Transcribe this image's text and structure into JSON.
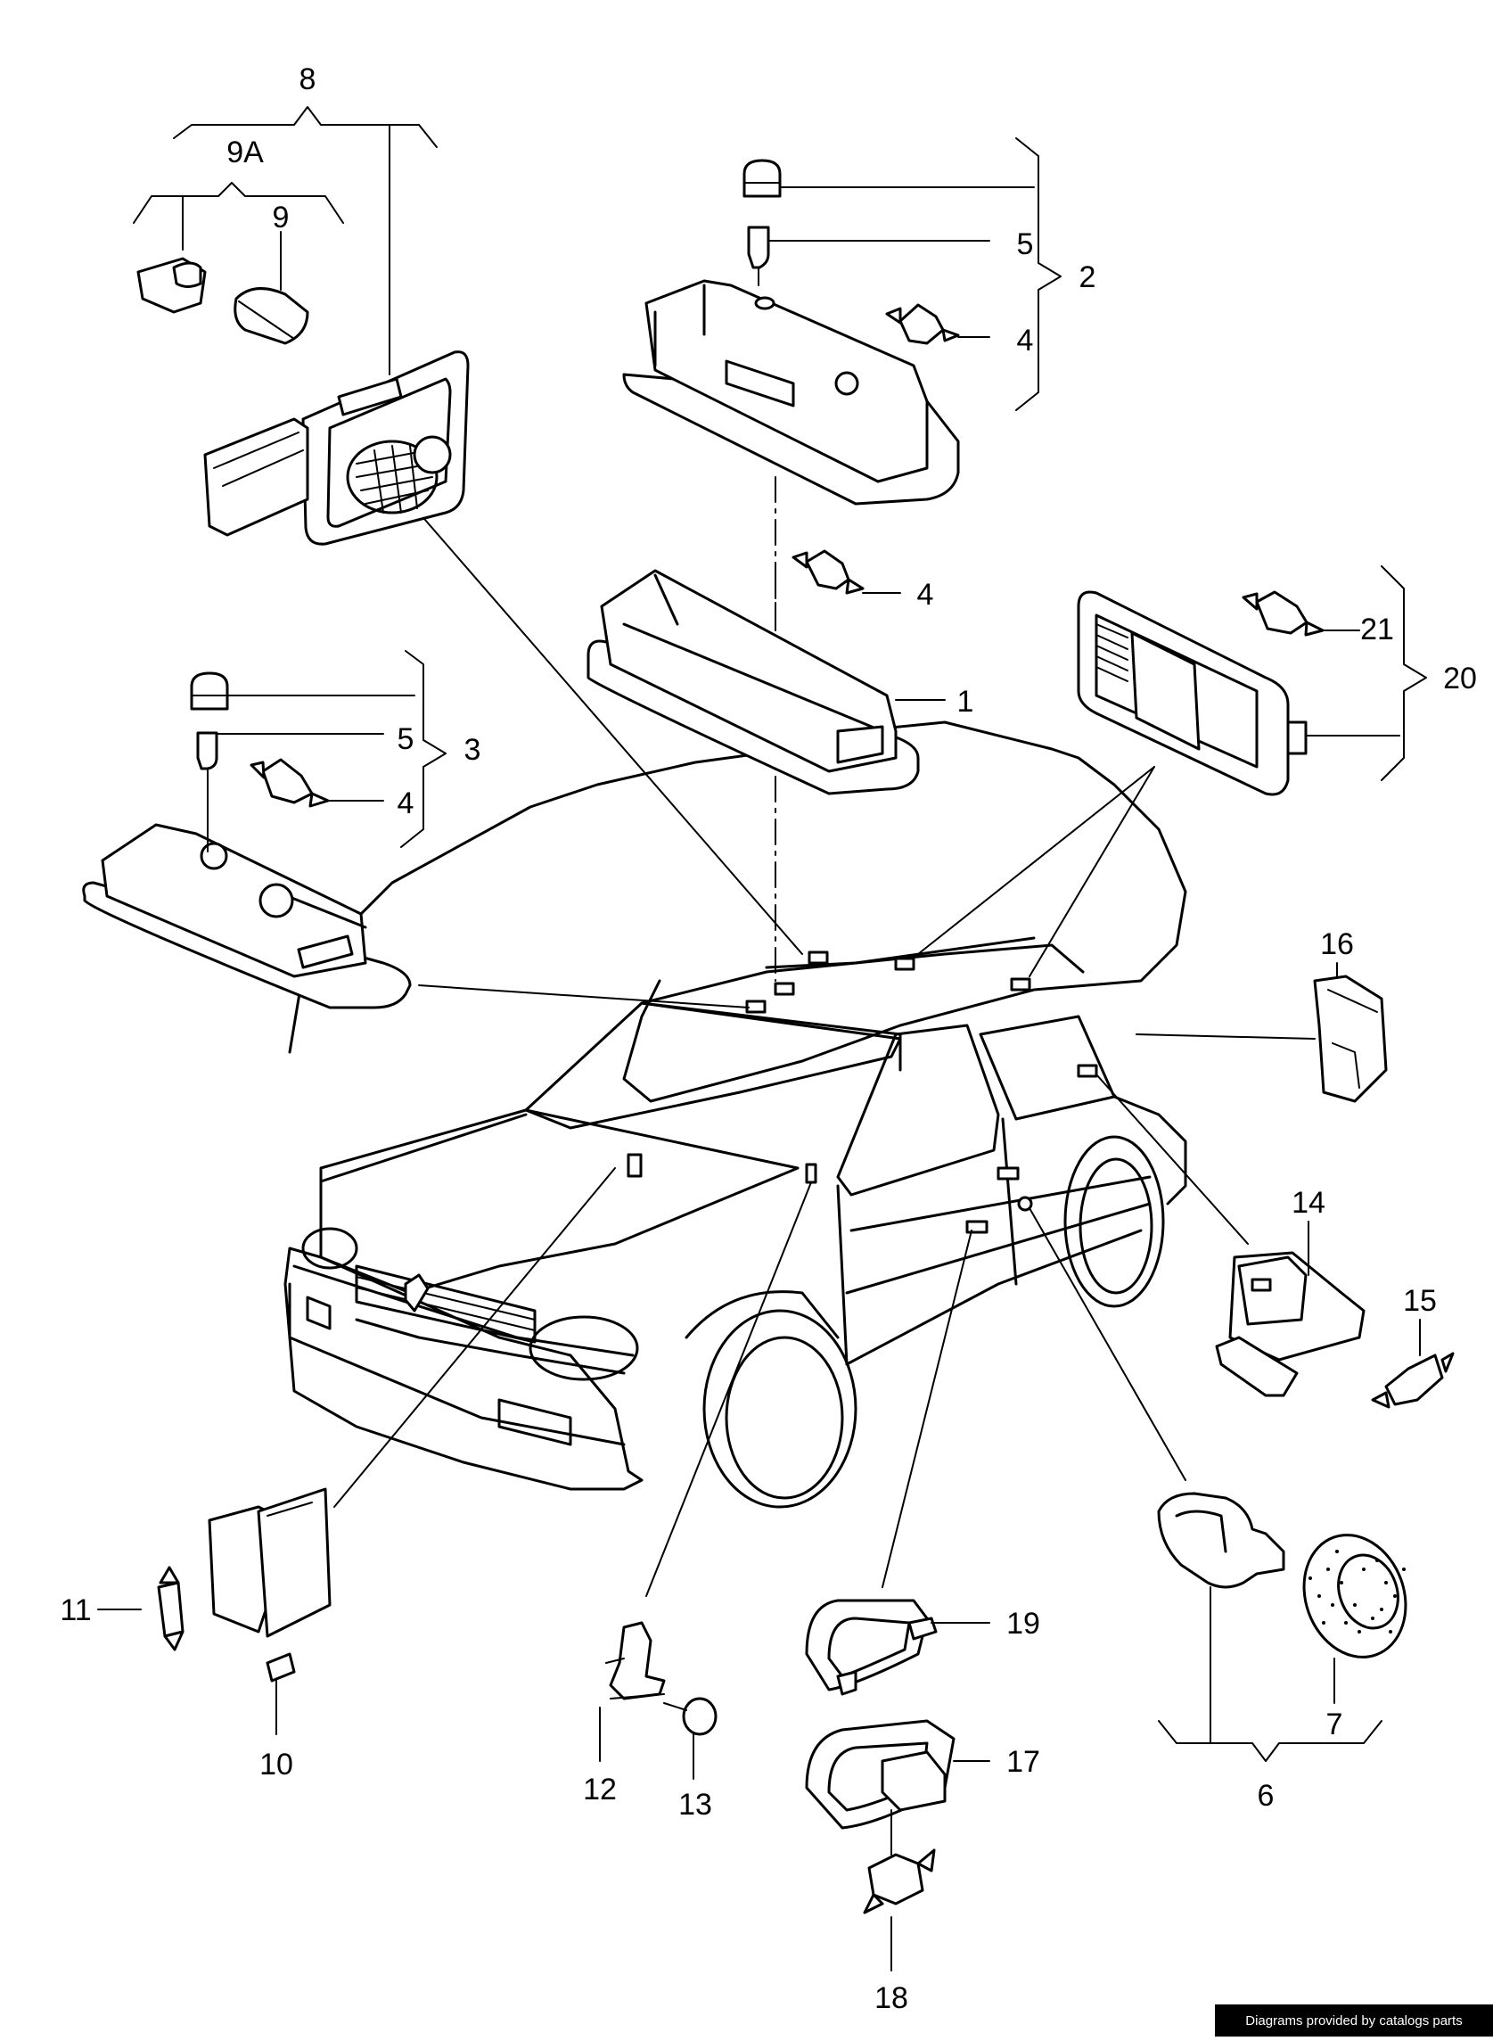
{
  "callouts": {
    "c1": "1",
    "c2": "2",
    "c3": "3",
    "c4a": "4",
    "c4b": "4",
    "c4c": "4",
    "c5a": "5",
    "c5b": "5",
    "c6": "6",
    "c7": "7",
    "c8": "8",
    "c9": "9",
    "c9A": "9A",
    "c10": "10",
    "c11": "11",
    "c12": "12",
    "c13": "13",
    "c14": "14",
    "c15": "15",
    "c16": "16",
    "c17": "17",
    "c18": "18",
    "c19": "19",
    "c20": "20",
    "c21": "21"
  },
  "credit": "Diagrams provided by catalogs parts",
  "colors": {
    "ink": "#000000",
    "paper": "#ffffff"
  }
}
